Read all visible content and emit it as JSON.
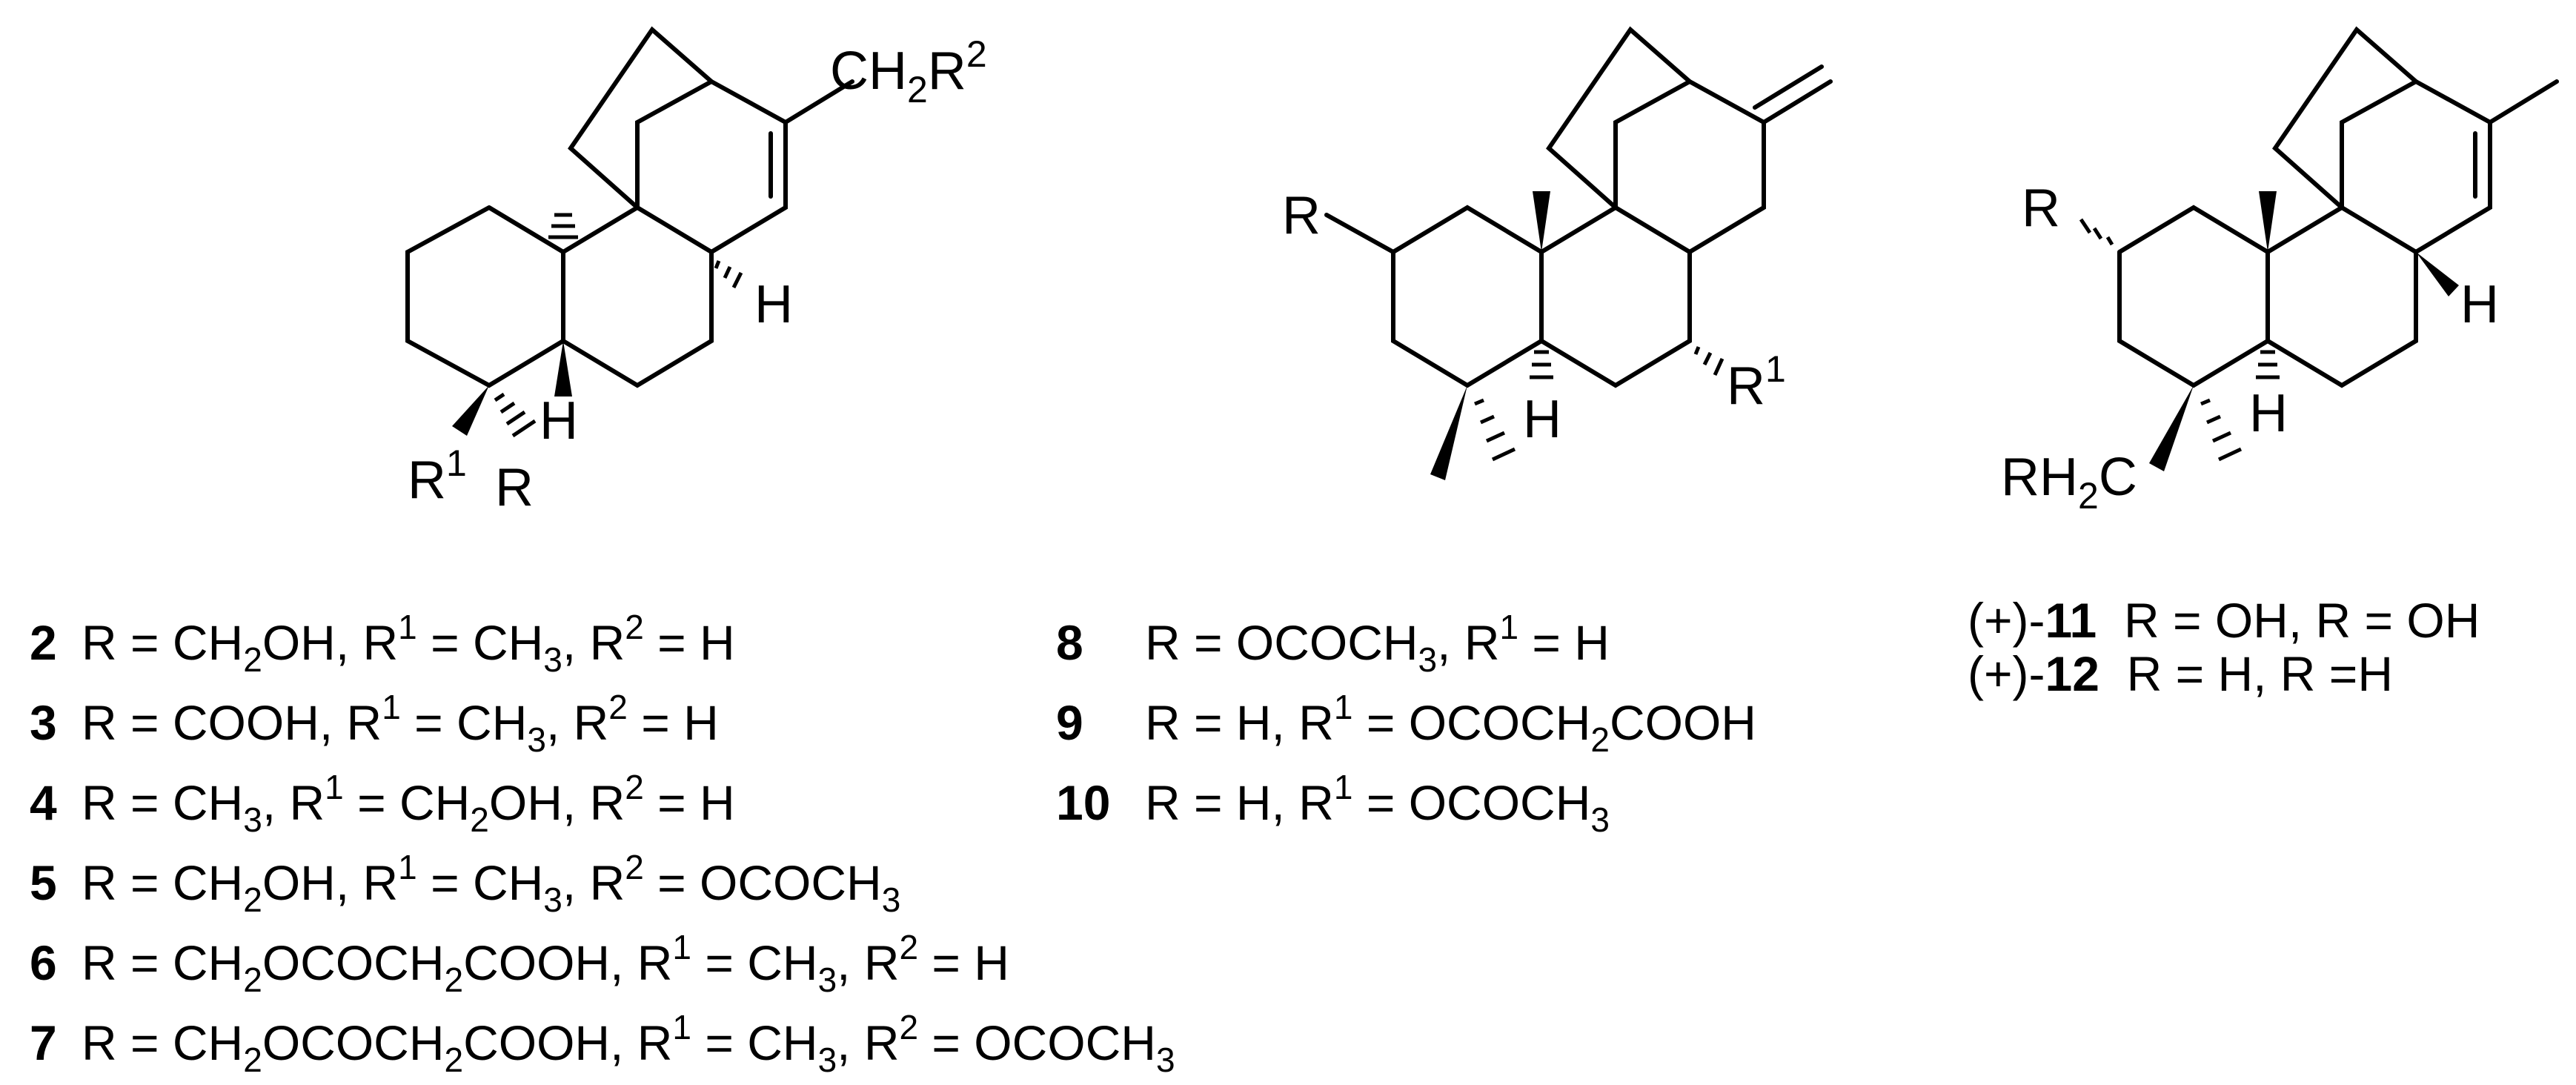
{
  "structures": [
    {
      "id": "structure-left",
      "labels": {
        "ch2r2": {
          "main": "CH",
          "sub": "2",
          "r": "R",
          "sup": "2"
        },
        "h_ring": "H",
        "h_bottom": "H",
        "r1": {
          "main": "R",
          "sup": "1"
        },
        "r": "R"
      }
    },
    {
      "id": "structure-middle",
      "labels": {
        "r": "R",
        "r1": {
          "main": "R",
          "sup": "1"
        },
        "h_bottom": "H"
      }
    },
    {
      "id": "structure-right",
      "labels": {
        "r": "R",
        "h_ring": "H",
        "h_bottom": "H",
        "rh2c": {
          "pre": "RH",
          "sub": "2",
          "post": "C"
        }
      }
    }
  ],
  "legend_left": [
    {
      "num": "2",
      "parts": [
        [
          "R = CH",
          ""
        ],
        [
          "2",
          "sub"
        ],
        [
          "OH, R",
          ""
        ],
        [
          "1",
          "sup"
        ],
        [
          " = CH",
          ""
        ],
        [
          "3",
          "sub"
        ],
        [
          ", R",
          ""
        ],
        [
          "2",
          "sup"
        ],
        [
          " = H",
          ""
        ]
      ]
    },
    {
      "num": "3",
      "parts": [
        [
          "R = COOH, R",
          ""
        ],
        [
          "1",
          "sup"
        ],
        [
          " = CH",
          ""
        ],
        [
          "3",
          "sub"
        ],
        [
          ", R",
          ""
        ],
        [
          "2",
          "sup"
        ],
        [
          " = H",
          ""
        ]
      ]
    },
    {
      "num": "4",
      "parts": [
        [
          "R = CH",
          ""
        ],
        [
          "3",
          "sub"
        ],
        [
          ", R",
          ""
        ],
        [
          "1",
          "sup"
        ],
        [
          " = CH",
          ""
        ],
        [
          "2",
          "sub"
        ],
        [
          "OH, R",
          ""
        ],
        [
          "2",
          "sup"
        ],
        [
          " = H",
          ""
        ]
      ]
    },
    {
      "num": "5",
      "parts": [
        [
          "R = CH",
          ""
        ],
        [
          "2",
          "sub"
        ],
        [
          "OH, R",
          ""
        ],
        [
          "1",
          "sup"
        ],
        [
          " = CH",
          ""
        ],
        [
          "3",
          "sub"
        ],
        [
          ", R",
          ""
        ],
        [
          "2",
          "sup"
        ],
        [
          " = OCOCH",
          ""
        ],
        [
          "3",
          "sub"
        ]
      ]
    },
    {
      "num": "6",
      "parts": [
        [
          "R = CH",
          ""
        ],
        [
          "2",
          "sub"
        ],
        [
          "OCOCH",
          ""
        ],
        [
          "2",
          "sub"
        ],
        [
          "COOH, R",
          ""
        ],
        [
          "1",
          "sup"
        ],
        [
          " = CH",
          ""
        ],
        [
          "3",
          "sub"
        ],
        [
          ", R",
          ""
        ],
        [
          "2",
          "sup"
        ],
        [
          " = H",
          ""
        ]
      ]
    },
    {
      "num": "7",
      "parts": [
        [
          "R = CH",
          ""
        ],
        [
          "2",
          "sub"
        ],
        [
          "OCOCH",
          ""
        ],
        [
          "2",
          "sub"
        ],
        [
          "COOH, R",
          ""
        ],
        [
          "1",
          "sup"
        ],
        [
          " = CH",
          ""
        ],
        [
          "3",
          "sub"
        ],
        [
          ", R",
          ""
        ],
        [
          "2",
          "sup"
        ],
        [
          " = OCOCH",
          ""
        ],
        [
          "3",
          "sub"
        ]
      ]
    }
  ],
  "legend_middle": [
    {
      "num": "8",
      "parts": [
        [
          "R = OCOCH",
          ""
        ],
        [
          "3",
          "sub"
        ],
        [
          ", R",
          ""
        ],
        [
          "1",
          "sup"
        ],
        [
          " = H",
          ""
        ]
      ]
    },
    {
      "num": "9",
      "parts": [
        [
          "R = H, R",
          ""
        ],
        [
          "1",
          "sup"
        ],
        [
          " = OCOCH",
          ""
        ],
        [
          "2",
          "sub"
        ],
        [
          "COOH",
          ""
        ]
      ]
    },
    {
      "num": "10",
      "parts": [
        [
          "R = H, R",
          ""
        ],
        [
          "1",
          "sup"
        ],
        [
          " = OCOCH",
          ""
        ],
        [
          "3",
          "sub"
        ]
      ]
    }
  ],
  "legend_right": [
    {
      "prefix": "(+)-",
      "num": "11",
      "parts": [
        [
          "  R = OH, R = OH",
          ""
        ]
      ]
    },
    {
      "prefix": "(+)-",
      "num": "12",
      "parts": [
        [
          "  R = H, R =H",
          ""
        ]
      ]
    }
  ]
}
